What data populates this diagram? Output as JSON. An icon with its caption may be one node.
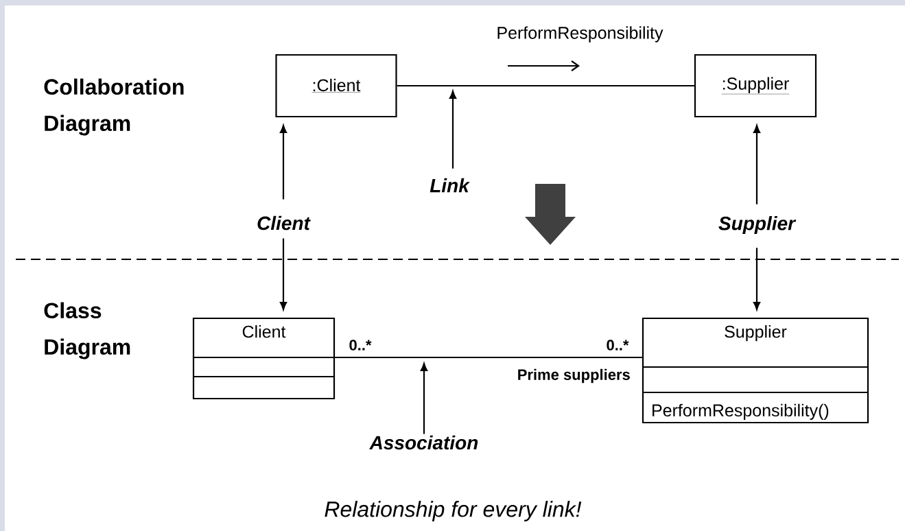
{
  "diagram": {
    "caption": "Relationship for every link!",
    "nodes": [
      {
        "text": [
          ":Client"
        ]
      },
      {
        "text": [
          ":Supplier"
        ]
      },
      {
        "text": [
          "Client"
        ]
      },
      {
        "text": [
          "Supplier",
          "PerformResponsibility()"
        ]
      },
      {
        "text": [
          "Client"
        ]
      },
      {
        "text": [
          "Supplier"
        ]
      },
      {
        "text": [
          "Link"
        ]
      },
      {
        "text": [
          "Association"
        ]
      }
    ],
    "edges": [
      {
        "from": 0,
        "to": 1,
        "arrow": "none",
        "label": "PerformResponsibility"
      },
      {
        "from": 4,
        "to": 0,
        "arrow": "to"
      },
      {
        "from": 4,
        "to": 2,
        "arrow": "to"
      },
      {
        "from": 5,
        "to": 1,
        "arrow": "to"
      },
      {
        "from": 5,
        "to": 3,
        "arrow": "to"
      },
      {
        "from": 2,
        "to": 3,
        "arrow": "none"
      },
      {
        "from": 6,
        "to": null,
        "arrow": "to"
      },
      {
        "from": 7,
        "to": null,
        "arrow": "to"
      }
    ],
    "labels": [
      "Collaboration Diagram",
      "Class Diagram",
      "0..*",
      "0..*",
      "Prime suppliers"
    ]
  }
}
